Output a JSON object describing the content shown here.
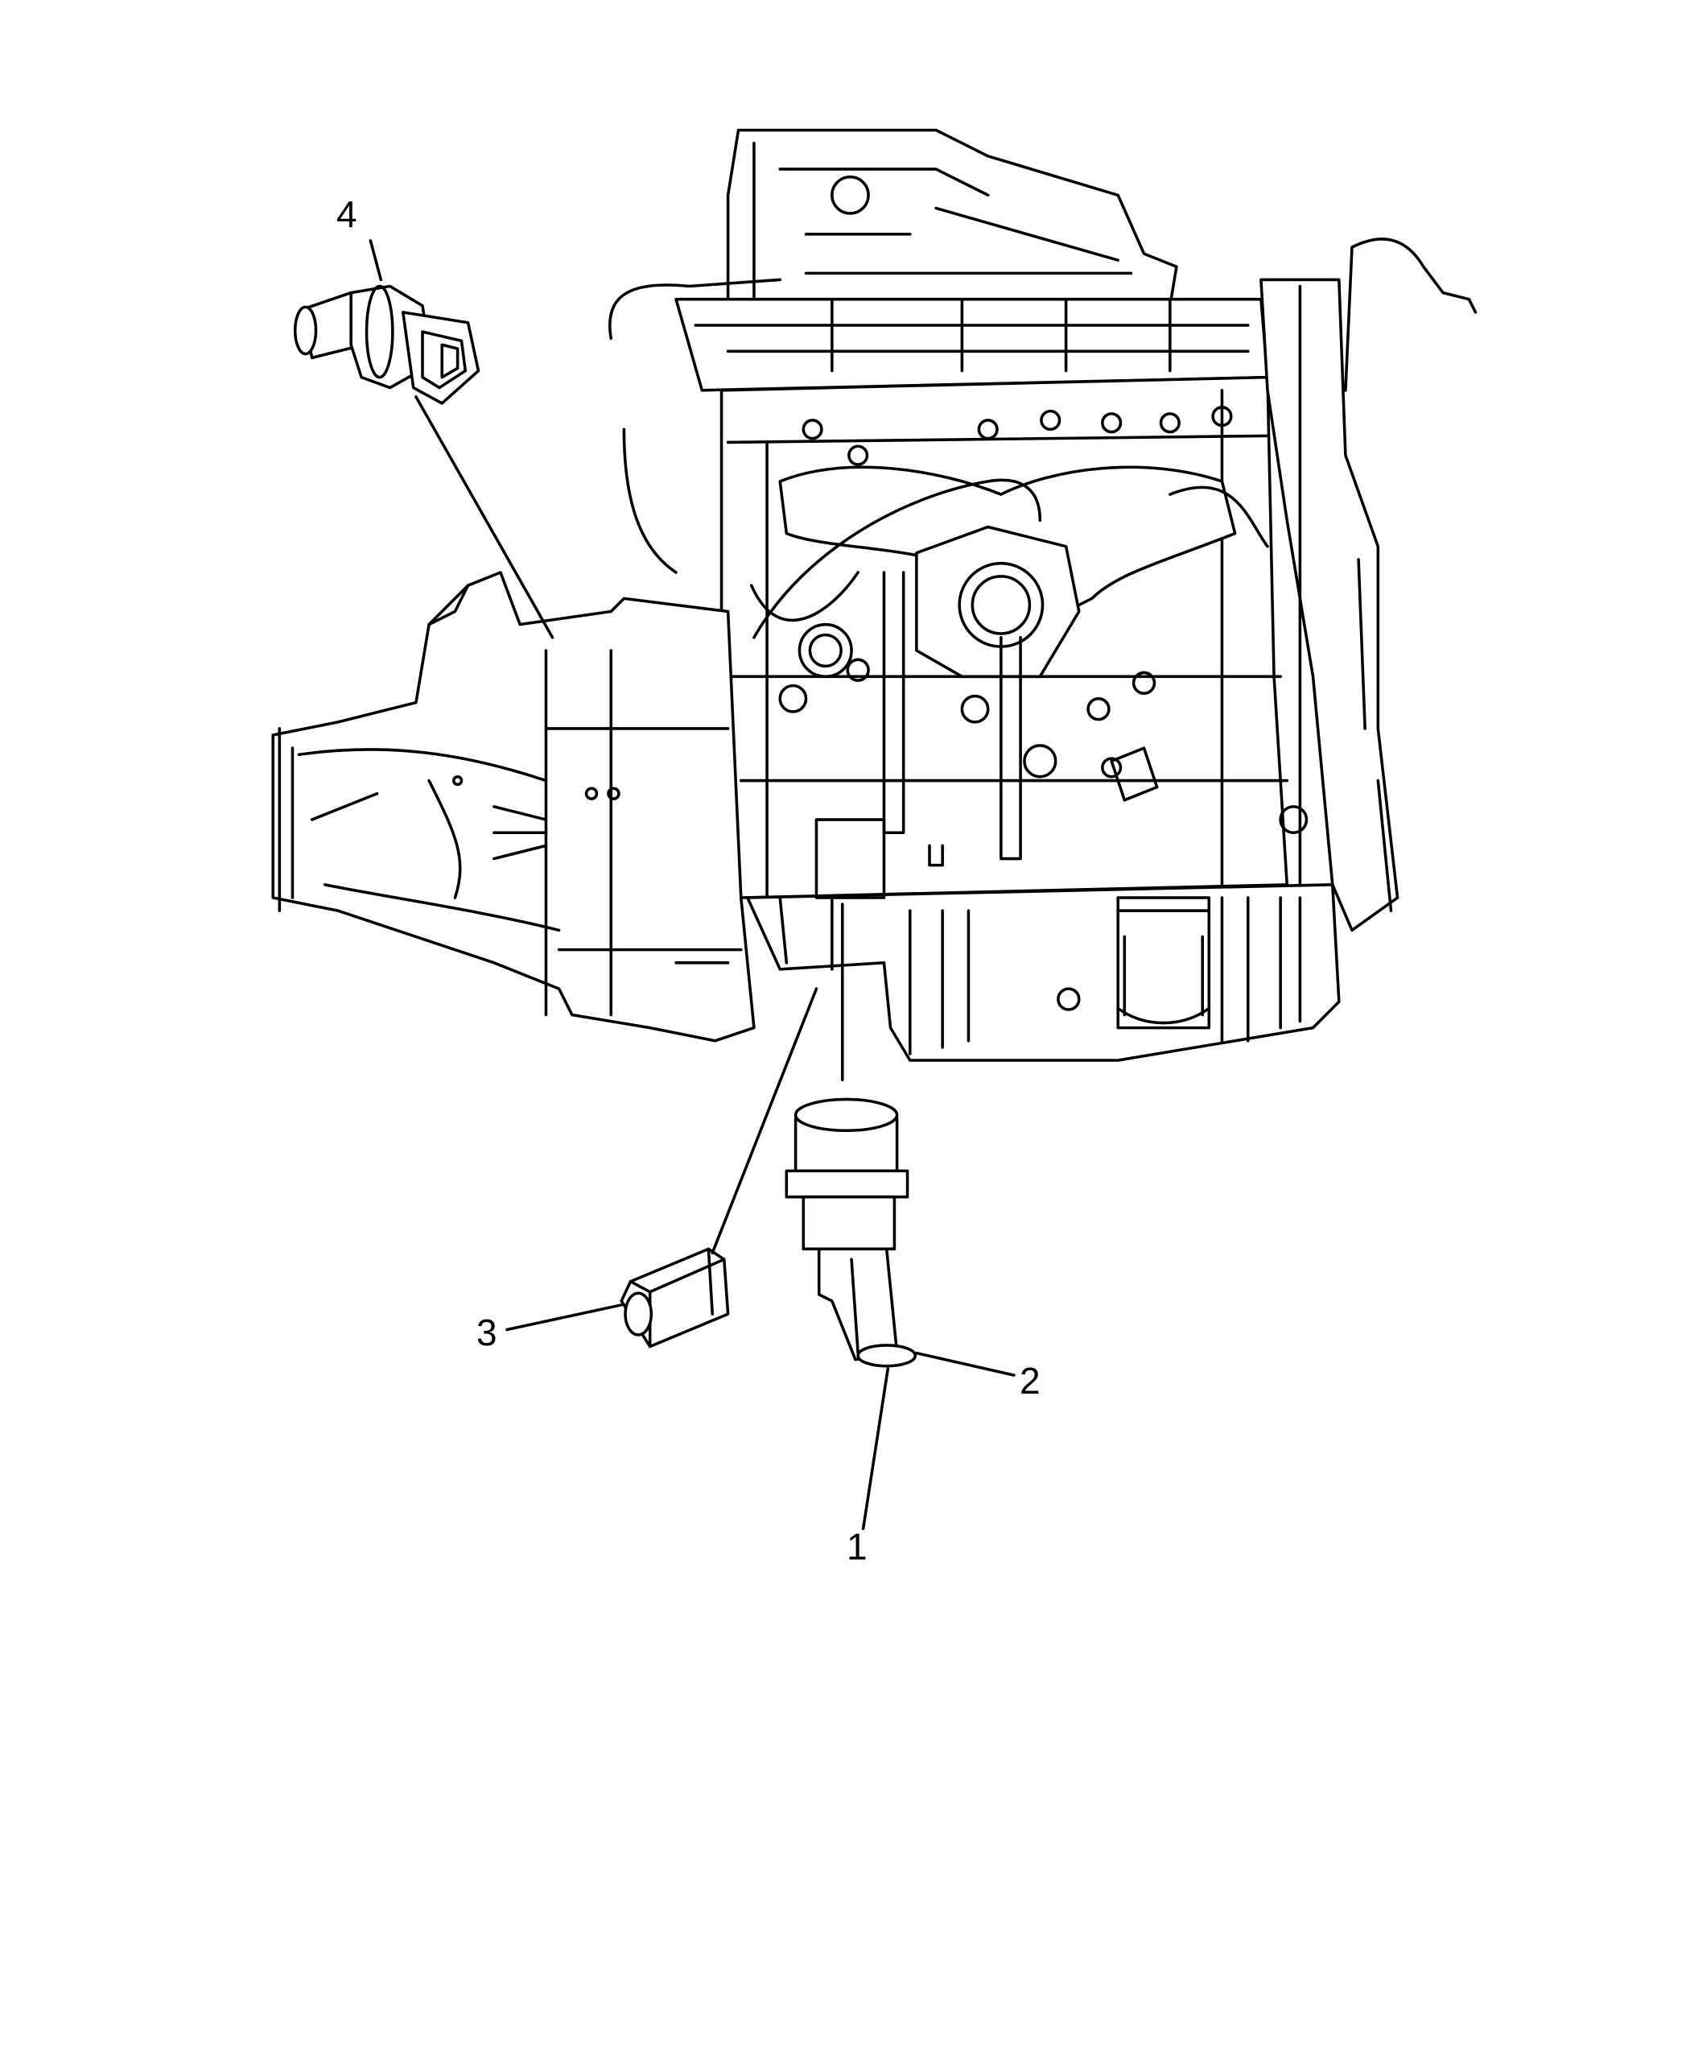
{
  "diagram": {
    "subject": "engine-assembly-sensors",
    "callouts": [
      {
        "id": "1",
        "label": "1"
      },
      {
        "id": "2",
        "label": "2"
      },
      {
        "id": "3",
        "label": "3"
      },
      {
        "id": "4",
        "label": "4"
      }
    ],
    "line_color": "#000000",
    "background": "#ffffff"
  }
}
